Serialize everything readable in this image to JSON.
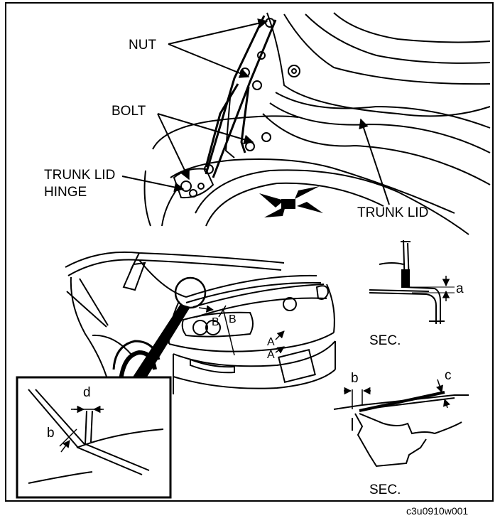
{
  "labels": {
    "nut": "NUT",
    "bolt": "BOLT",
    "trunk_lid_hinge_line1": "TRUNK LID",
    "trunk_lid_hinge_line2": "HINGE",
    "trunk_lid": "TRUNK LID",
    "sec_top": "SEC.",
    "sec_bottom": "SEC.",
    "dim_a": "a",
    "dim_b_section": "b",
    "dim_c": "c",
    "dim_d": "d",
    "dim_b_inset": "b",
    "section_mark_b1": "B",
    "section_mark_b2": "B",
    "section_mark_a1": "A",
    "section_mark_a2": "A",
    "figure_code": "c3u0910w001"
  },
  "colors": {
    "line": "#000000",
    "background": "#ffffff"
  }
}
